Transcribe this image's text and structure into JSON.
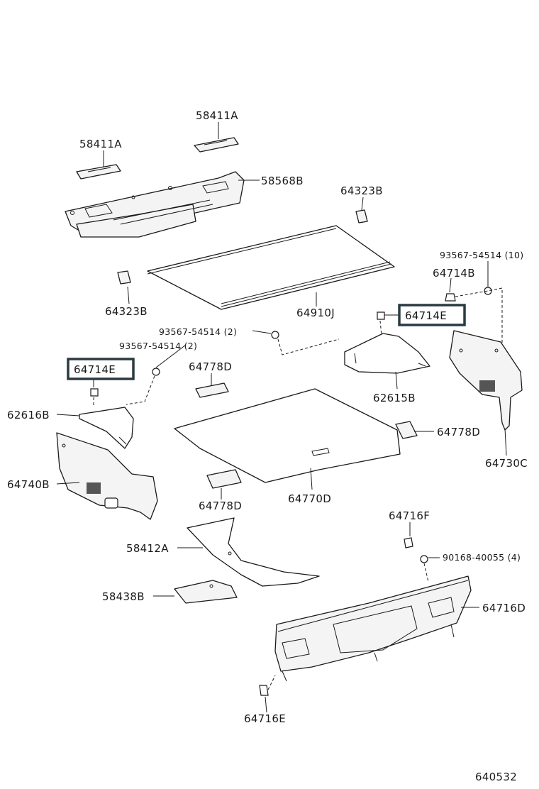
{
  "diagram": {
    "figure_code": "640532",
    "highlight_color": "#2b3a42",
    "labels": {
      "p58411A_right": "58411A",
      "p58411A_left": "58411A",
      "p58568B": "58568B",
      "p64323B_top": "64323B",
      "p64323B_bottom": "64323B",
      "p64910J": "64910J",
      "p93567_54514_10": "93567-54514 (10)",
      "p64714B": "64714B",
      "p64714E_right": "64714E",
      "p93567_54514_2a": "93567-54514 (2)",
      "p93567_54514_2b": "93567-54514 (2)",
      "p64714E_left": "64714E",
      "p64778D_top": "64778D",
      "p62616B": "62616B",
      "p62615B": "62615B",
      "p64778D_right": "64778D",
      "p64730C": "64730C",
      "p64740B": "64740B",
      "p64778D_bottom": "64778D",
      "p64770D": "64770D",
      "p64716F": "64716F",
      "p58412A": "58412A",
      "p90168_40055_4": "90168-40055 (4)",
      "p58438B": "58438B",
      "p64716D": "64716D",
      "p64716E": "64716E"
    }
  }
}
